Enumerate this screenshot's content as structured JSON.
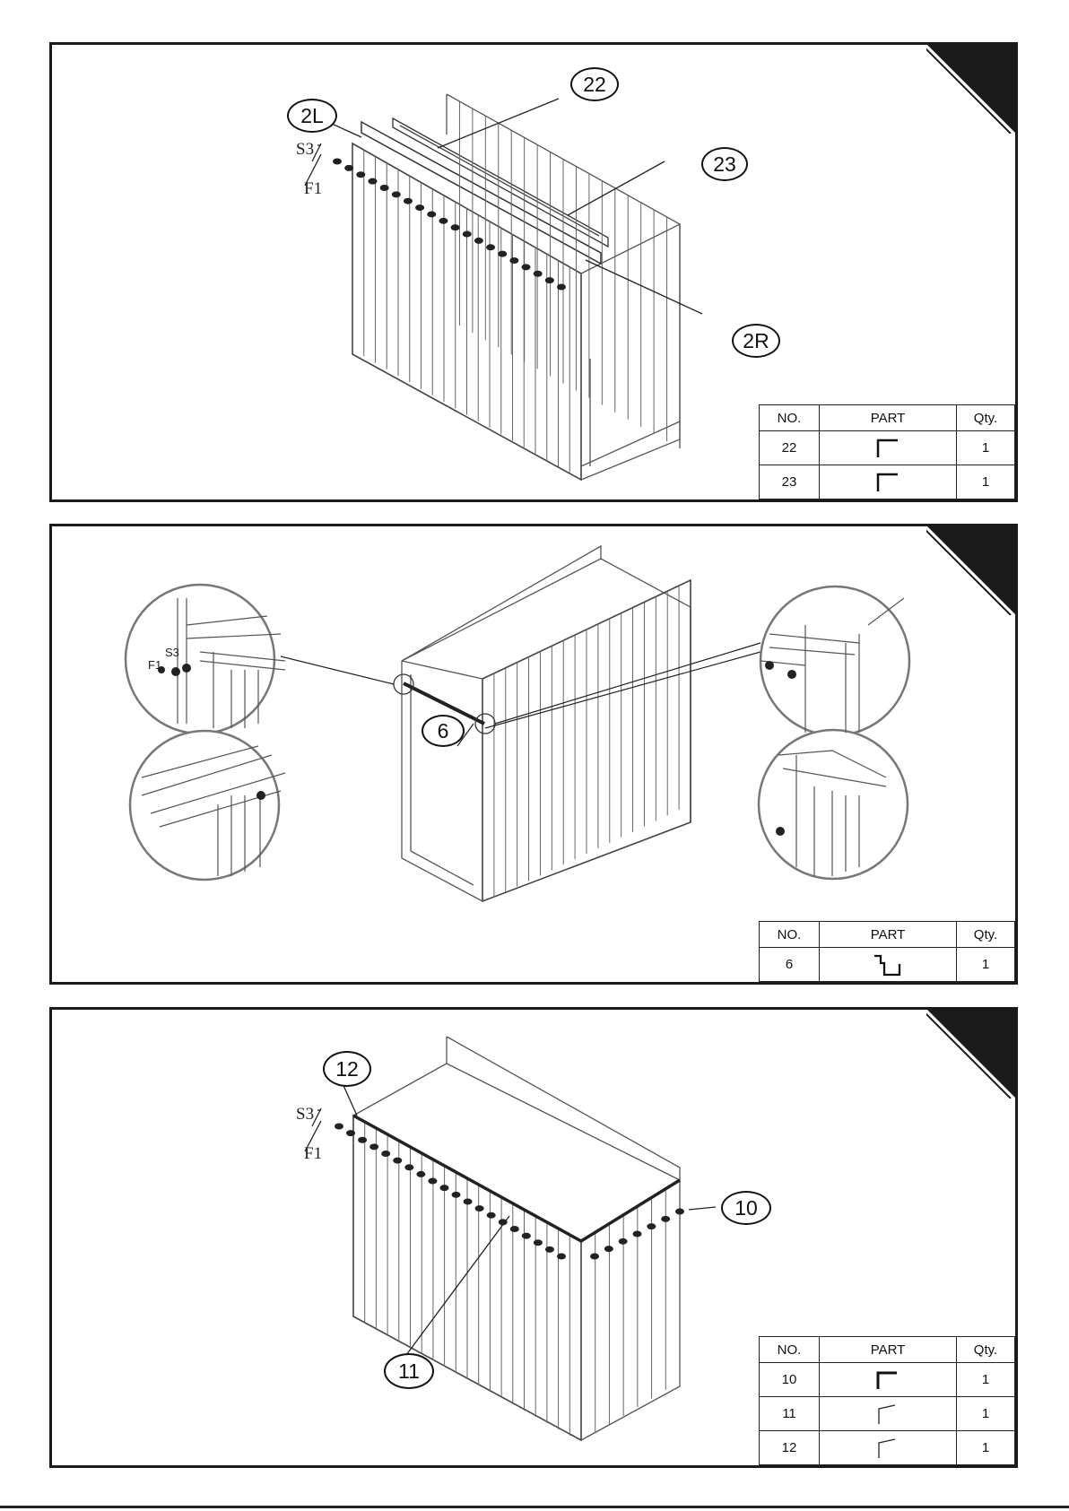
{
  "panels": [
    {
      "callouts": [
        "22",
        "2L",
        "23",
        "2R"
      ],
      "fastener_labels": [
        "S3",
        "F1"
      ],
      "table": {
        "headers": [
          "NO.",
          "PART",
          "Qty."
        ],
        "rows": [
          {
            "no": "22",
            "part_icon": "angle-rail-icon",
            "qty": "1"
          },
          {
            "no": "23",
            "part_icon": "angle-rail-icon",
            "qty": "1"
          }
        ]
      }
    },
    {
      "callouts": [
        "6"
      ],
      "fastener_labels": [
        "S3",
        "F1"
      ],
      "table": {
        "headers": [
          "NO.",
          "PART",
          "Qty."
        ],
        "rows": [
          {
            "no": "6",
            "part_icon": "channel-rail-icon",
            "qty": "1"
          }
        ]
      }
    },
    {
      "callouts": [
        "12",
        "10",
        "11"
      ],
      "fastener_labels": [
        "S3",
        "F1"
      ],
      "table": {
        "headers": [
          "NO.",
          "PART",
          "Qty."
        ],
        "rows": [
          {
            "no": "10",
            "part_icon": "angle-rail-icon",
            "qty": "1"
          },
          {
            "no": "11",
            "part_icon": "thin-angle-icon",
            "qty": "1"
          },
          {
            "no": "12",
            "part_icon": "thin-angle-icon",
            "qty": "1"
          }
        ]
      }
    }
  ]
}
